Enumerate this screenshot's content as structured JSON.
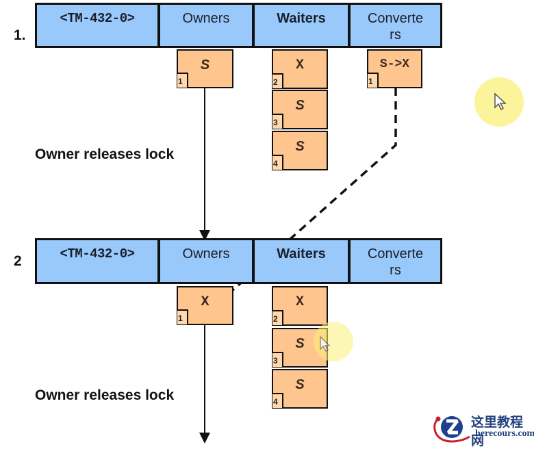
{
  "steps": [
    {
      "number": "1.",
      "resource": "<TM-432-0>",
      "columns": [
        "Owners",
        "Waiters",
        "Converte\nrs"
      ],
      "owners": [
        {
          "mode": "S",
          "seq": "1"
        }
      ],
      "waiters": [
        {
          "mode": "X",
          "seq": "2"
        },
        {
          "mode": "S",
          "seq": "3"
        },
        {
          "mode": "S",
          "seq": "4"
        }
      ],
      "converters": [
        {
          "mode": "S->X",
          "seq": "1"
        }
      ],
      "transition_label": "Owner releases lock"
    },
    {
      "number": "2",
      "resource": "<TM-432-0>",
      "columns": [
        "Owners",
        "Waiters",
        "Converte\nrs"
      ],
      "owners": [
        {
          "mode": "X",
          "seq": "1"
        }
      ],
      "waiters": [
        {
          "mode": "X",
          "seq": "2"
        },
        {
          "mode": "S",
          "seq": "3"
        },
        {
          "mode": "S",
          "seq": "4"
        }
      ],
      "converters": [],
      "transition_label": "Owner releases lock"
    }
  ],
  "watermark": {
    "title": "这里教程网",
    "site": "herecours.com"
  },
  "colors": {
    "header": "#99c9fb",
    "lock_box": "#ffc58e",
    "border": "#111111",
    "cursor_highlight": "#faf078"
  }
}
